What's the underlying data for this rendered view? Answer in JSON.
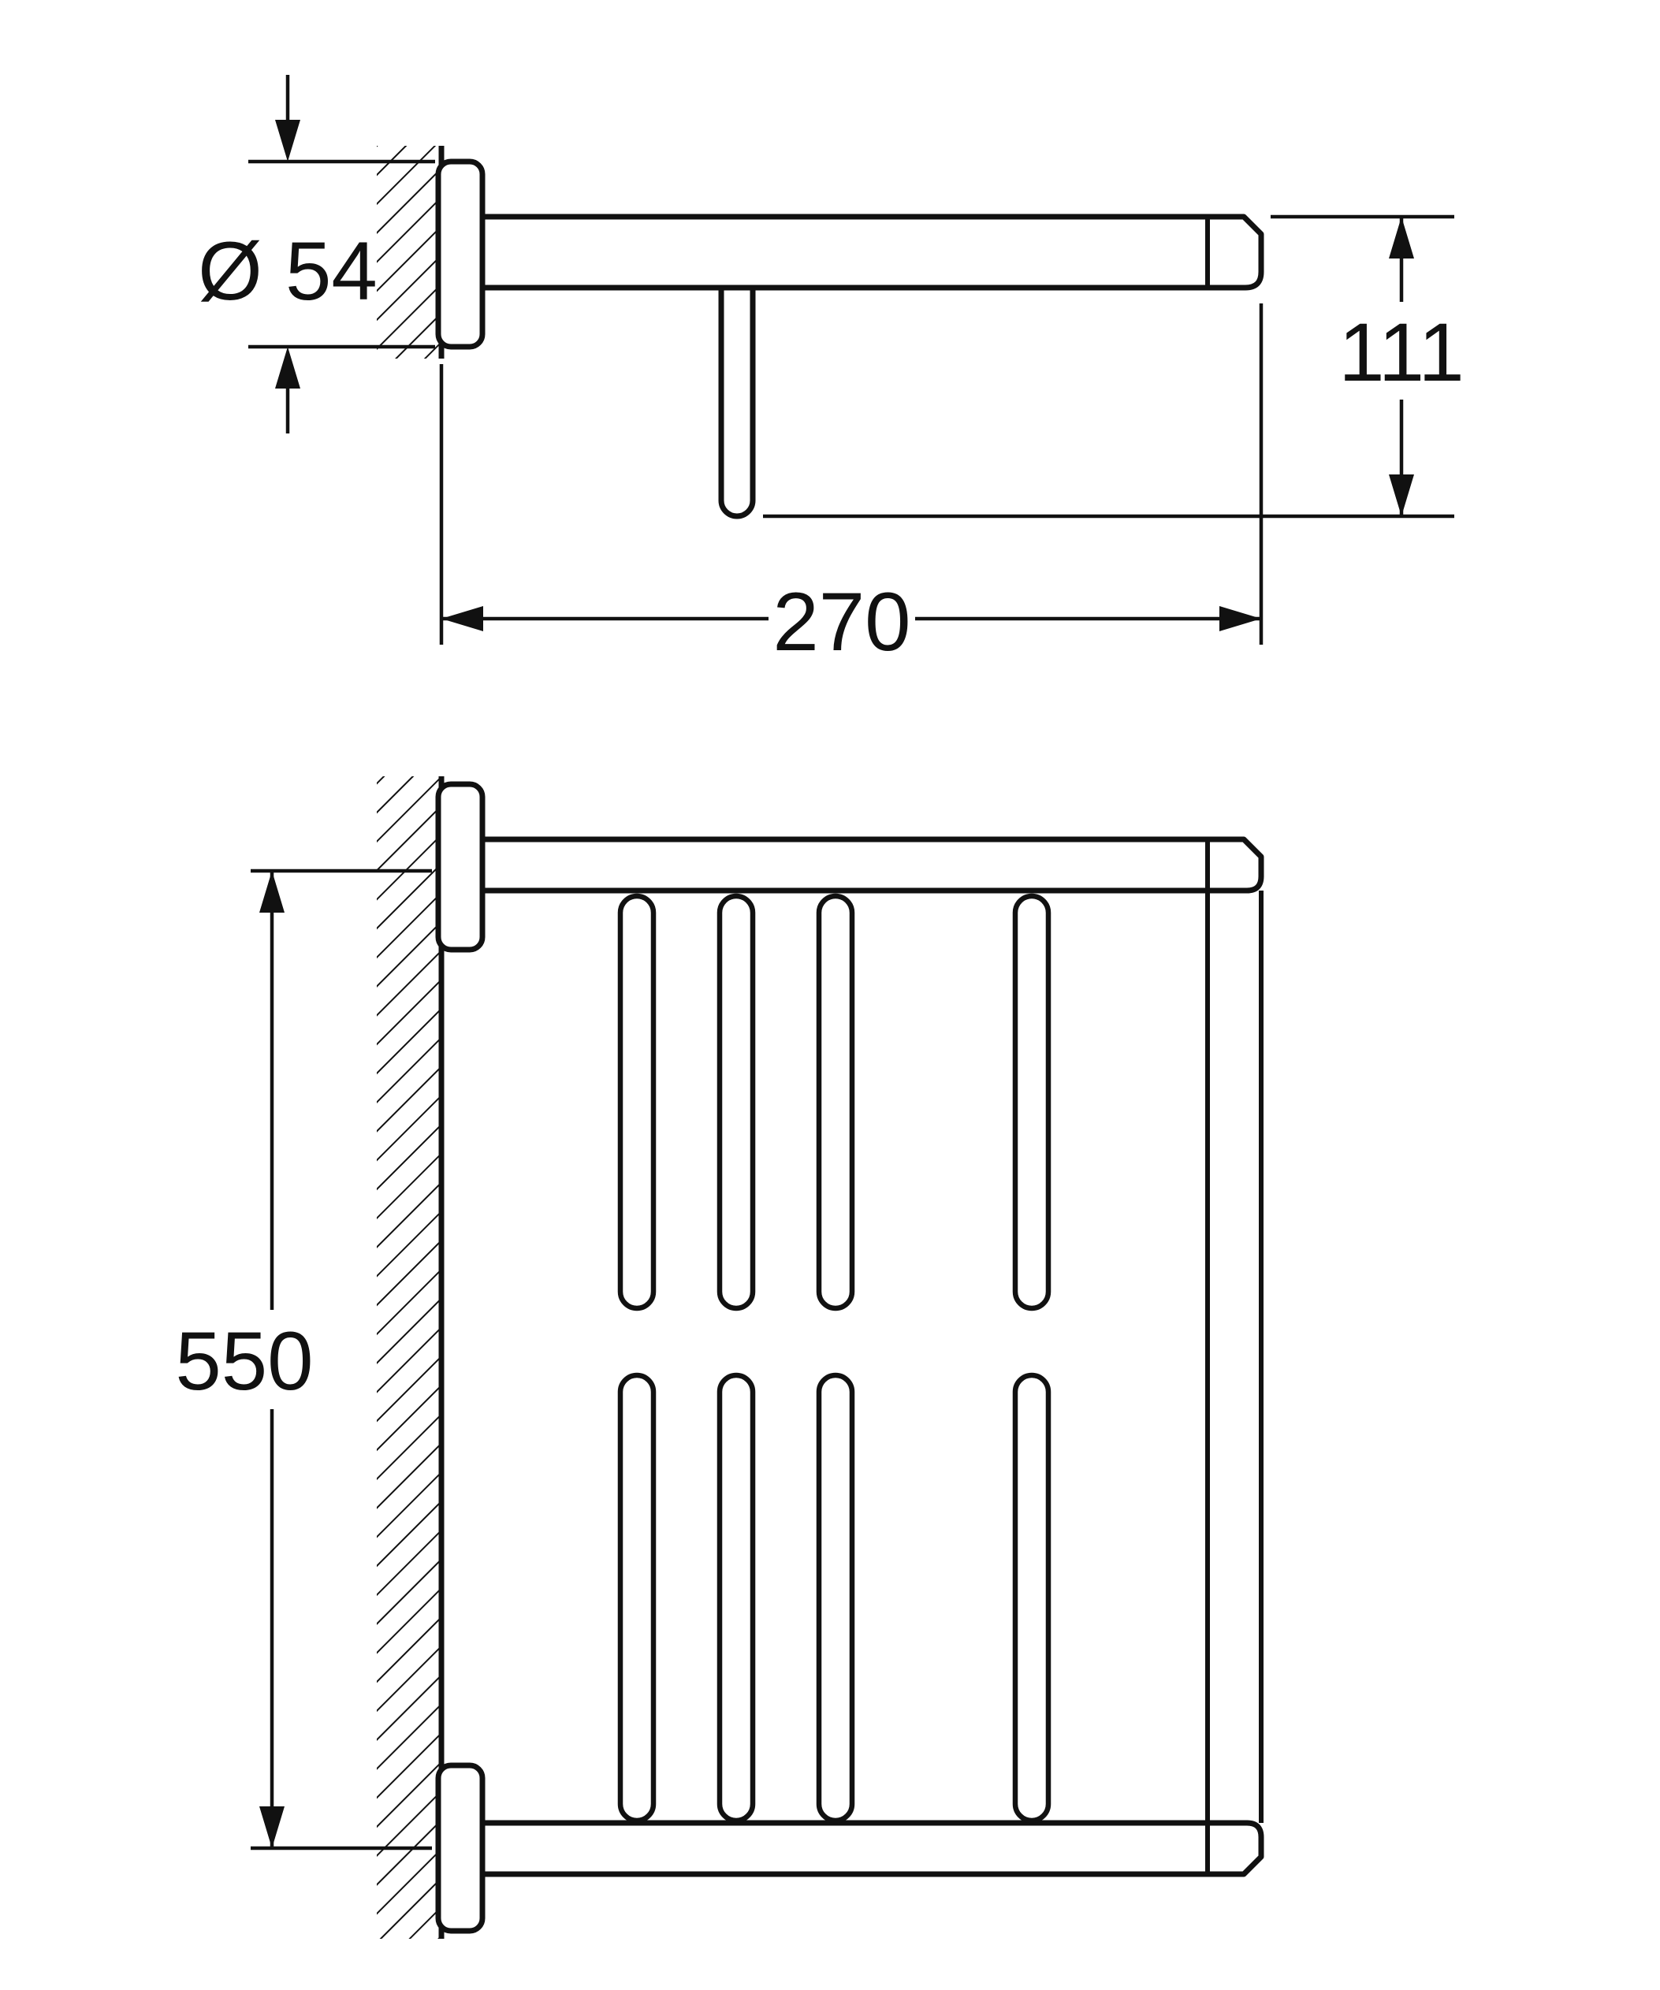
{
  "drawing": {
    "kind": "product-dimension-drawing",
    "ink_color": "#111111",
    "background_color": "#ffffff",
    "dimensions": {
      "flange_diameter": "Ø 54",
      "height": "111",
      "projection": "270",
      "width": "550"
    }
  }
}
